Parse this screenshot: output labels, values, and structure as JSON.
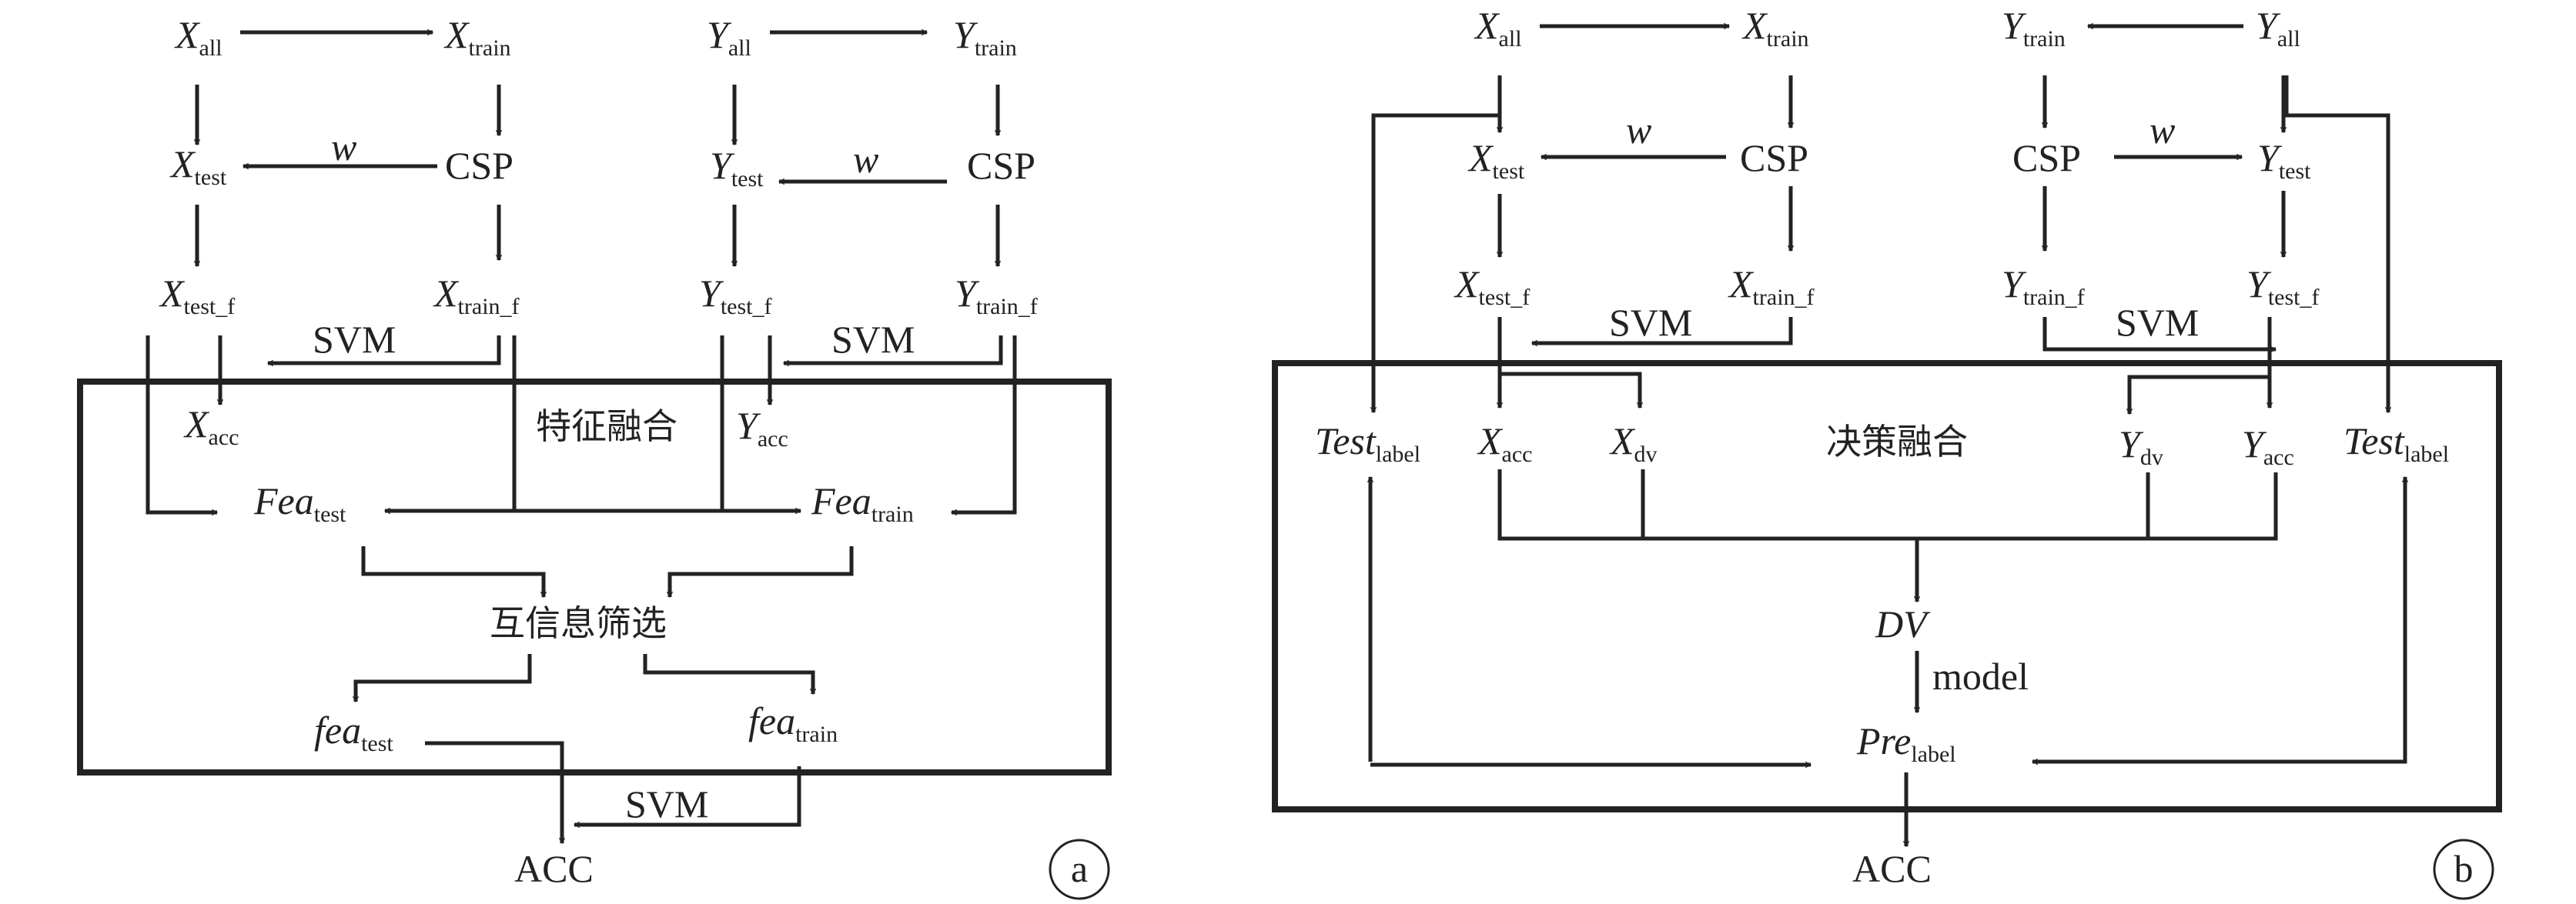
{
  "panel_a": {
    "badge": "a",
    "fusion_title": "特征融合",
    "mi_select": "互信息筛选",
    "svm": "SVM",
    "acc": "ACC",
    "w": "w",
    "csp": "CSP",
    "x": "X",
    "y": "Y",
    "fea_cap": "Fea",
    "fea_low": "fea",
    "sub_all": "all",
    "sub_train": "train",
    "sub_test": "test",
    "sub_test_f": "test_f",
    "sub_train_f": "train_f",
    "sub_acc": "acc"
  },
  "panel_b": {
    "badge": "b",
    "fusion_title": "决策融合",
    "svm": "SVM",
    "acc": "ACC",
    "w": "w",
    "csp": "CSP",
    "x": "X",
    "y": "Y",
    "test_label": "Test",
    "dv": "DV",
    "model": "model",
    "pre": "Pre",
    "sub_all": "all",
    "sub_train": "train",
    "sub_test": "test",
    "sub_test_f": "test_f",
    "sub_train_f": "train_f",
    "sub_acc": "acc",
    "sub_dv": "dv",
    "sub_label": "label"
  }
}
